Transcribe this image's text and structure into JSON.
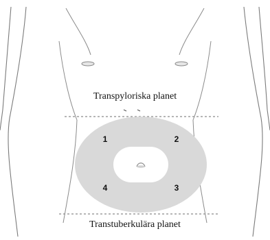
{
  "diagram": {
    "top_plane_label": "Transpyloriska planet",
    "bottom_plane_label": "Transtuberkulära planet",
    "quadrants": [
      "1",
      "2",
      "3",
      "4"
    ],
    "colors": {
      "outline": "#7a7a7a",
      "zone_fill": "#d9d9d9",
      "center_fill": "#ffffff",
      "dashed_line": "#8a8a8a"
    }
  }
}
